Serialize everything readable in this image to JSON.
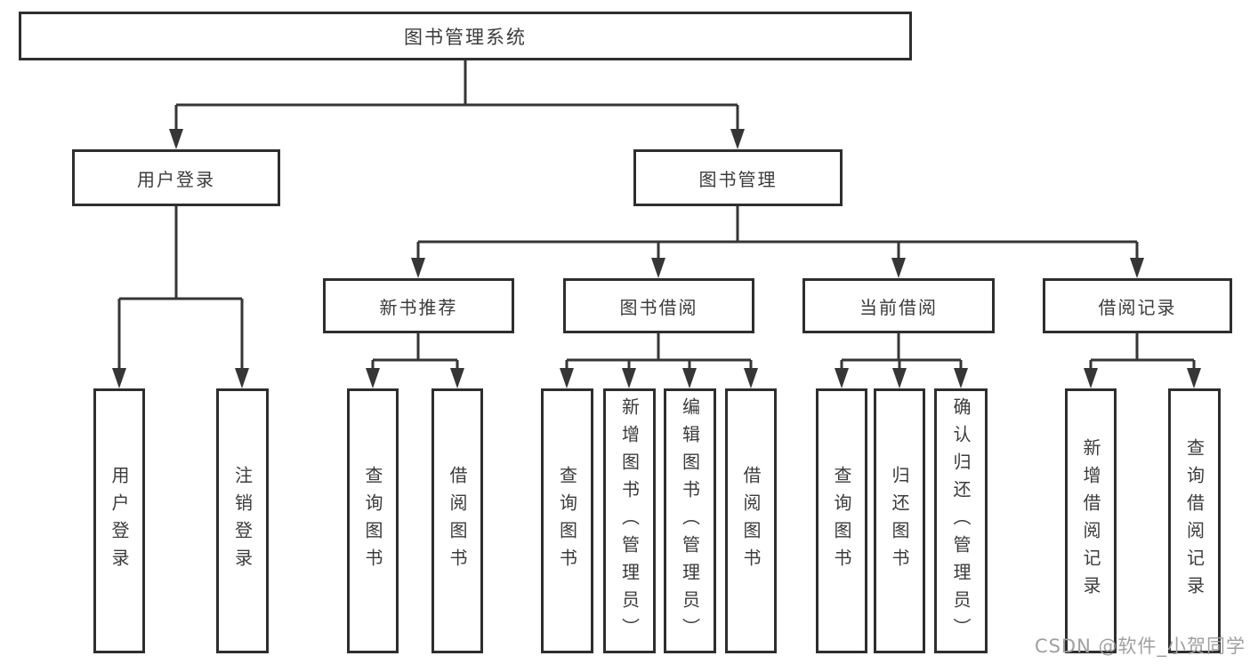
{
  "title": "图书管理系统",
  "watermark": "CSDN @软件_小贺同学",
  "colors": {
    "background": "#ffffff",
    "line": "#363636",
    "box_border": "#2e2e2e",
    "text": "#3b3b3b",
    "watermark": "#a0a0a0"
  },
  "tree": {
    "label": "图书管理系统",
    "children": [
      {
        "label": "用户登录",
        "children": [
          {
            "label": "用户登录"
          },
          {
            "label": "注销登录"
          }
        ]
      },
      {
        "label": "图书管理",
        "children": [
          {
            "label": "新书推荐",
            "children": [
              {
                "label": "查询图书"
              },
              {
                "label": "借阅图书"
              }
            ]
          },
          {
            "label": "图书借阅",
            "children": [
              {
                "label": "查询图书"
              },
              {
                "label": "新增图书（管理员）"
              },
              {
                "label": "编辑图书（管理员）"
              },
              {
                "label": "借阅图书"
              }
            ]
          },
          {
            "label": "当前借阅",
            "children": [
              {
                "label": "查询图书"
              },
              {
                "label": "归还图书"
              },
              {
                "label": "确认归还（管理员）"
              }
            ]
          },
          {
            "label": "借阅记录",
            "children": [
              {
                "label": "新增借阅记录"
              },
              {
                "label": "查询借阅记录"
              }
            ]
          }
        ]
      }
    ]
  }
}
